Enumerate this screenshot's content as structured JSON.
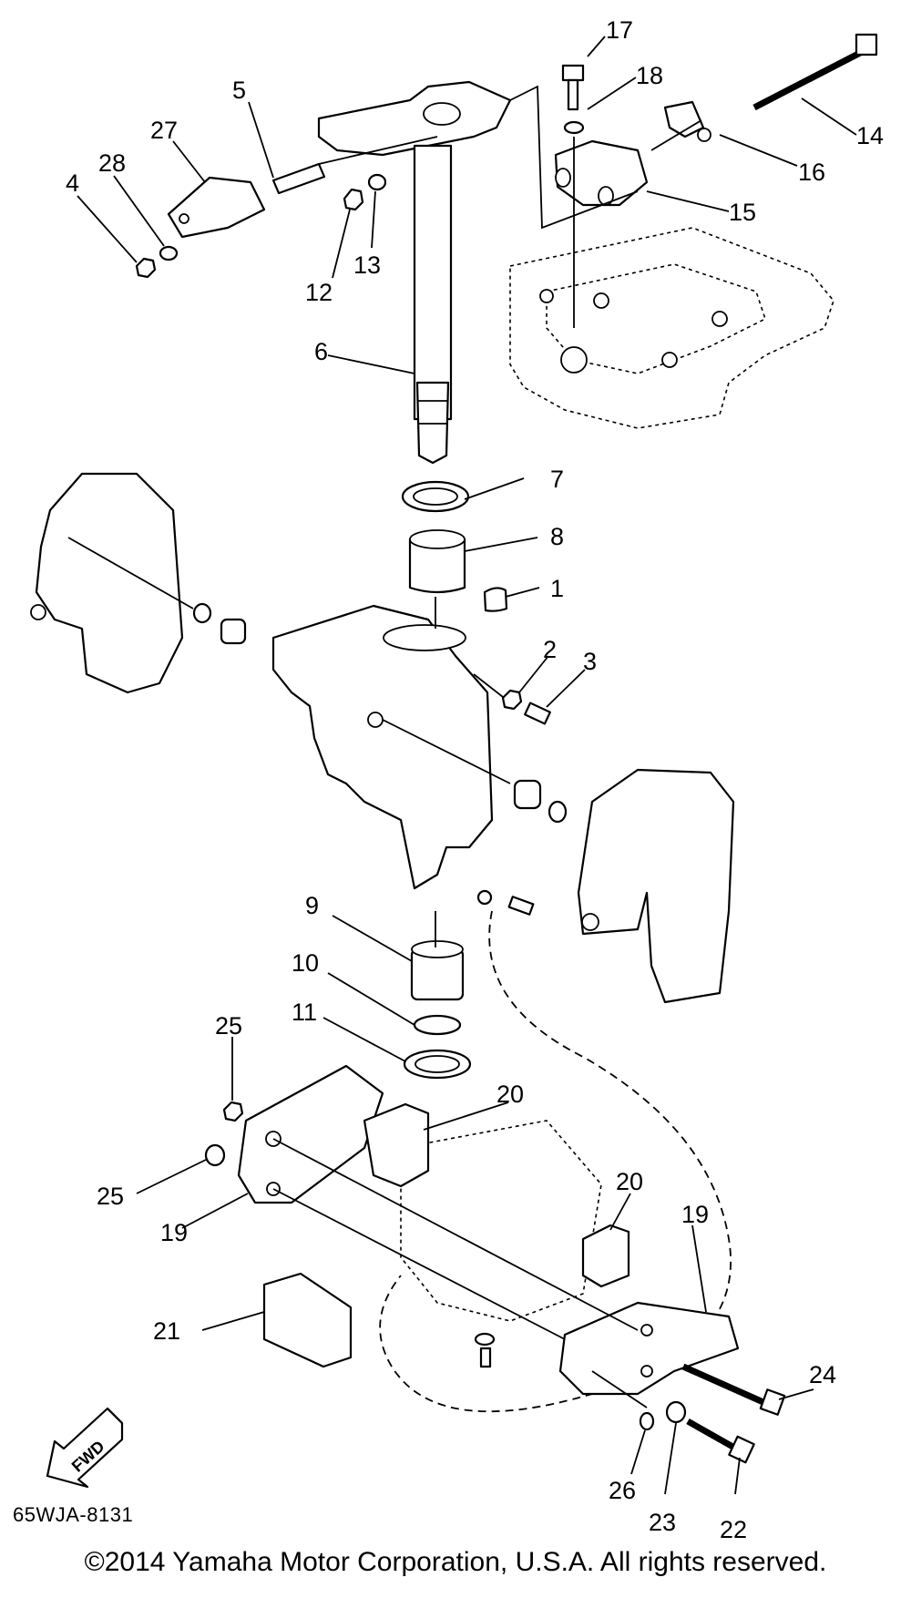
{
  "diagram": {
    "callouts": {
      "c1": "1",
      "c2": "2",
      "c3": "3",
      "c4": "4",
      "c5": "5",
      "c6": "6",
      "c7": "7",
      "c8": "8",
      "c9": "9",
      "c10": "10",
      "c11": "11",
      "c12": "12",
      "c13": "13",
      "c14": "14",
      "c15": "15",
      "c16": "16",
      "c17": "17",
      "c18": "18",
      "c19a": "19",
      "c19b": "19",
      "c20a": "20",
      "c20b": "20",
      "c21": "21",
      "c22": "22",
      "c23": "23",
      "c24": "24",
      "c25a": "25",
      "c25b": "25",
      "c26": "26",
      "c27": "27",
      "c28": "28"
    },
    "fwd_label": "FWD",
    "diagram_code": "65WJA-8131"
  },
  "footer": {
    "copyright": "©2014 Yamaha Motor Corporation, U.S.A. All rights reserved."
  }
}
